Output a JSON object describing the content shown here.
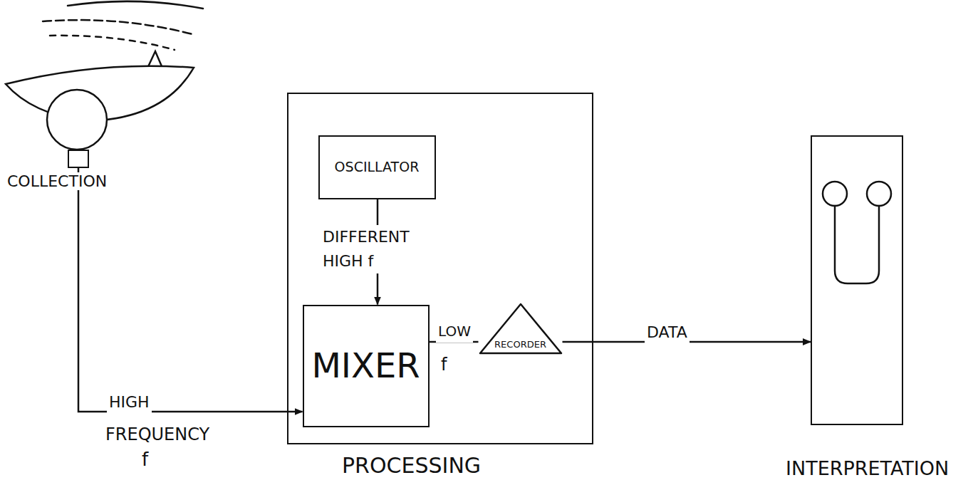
{
  "diagram": {
    "nodes": [
      {
        "text": [
          "COLLECTION"
        ]
      },
      {
        "text": [
          "PROCESSING"
        ]
      },
      {
        "text": [
          "OSCILLATOR"
        ],
        "in": 1
      },
      {
        "text": [
          "MIXER"
        ],
        "in": 1
      },
      {
        "text": [
          "RECORDER"
        ],
        "in": 1
      },
      {
        "text": [
          "INTERPRETATION"
        ]
      }
    ],
    "edges": [
      {
        "from": 0,
        "to": 3,
        "arrow": "to",
        "label": "HIGH"
      },
      {
        "from": 2,
        "to": 3,
        "arrow": "to",
        "label": "DIFFERENT HIGH f"
      },
      {
        "from": 3,
        "to": 4,
        "arrow": "none",
        "label": "LOW"
      },
      {
        "from": 4,
        "to": 5,
        "arrow": "to",
        "label": "DATA"
      }
    ],
    "labels": [
      "FREQUENCY",
      "f",
      "f"
    ]
  }
}
